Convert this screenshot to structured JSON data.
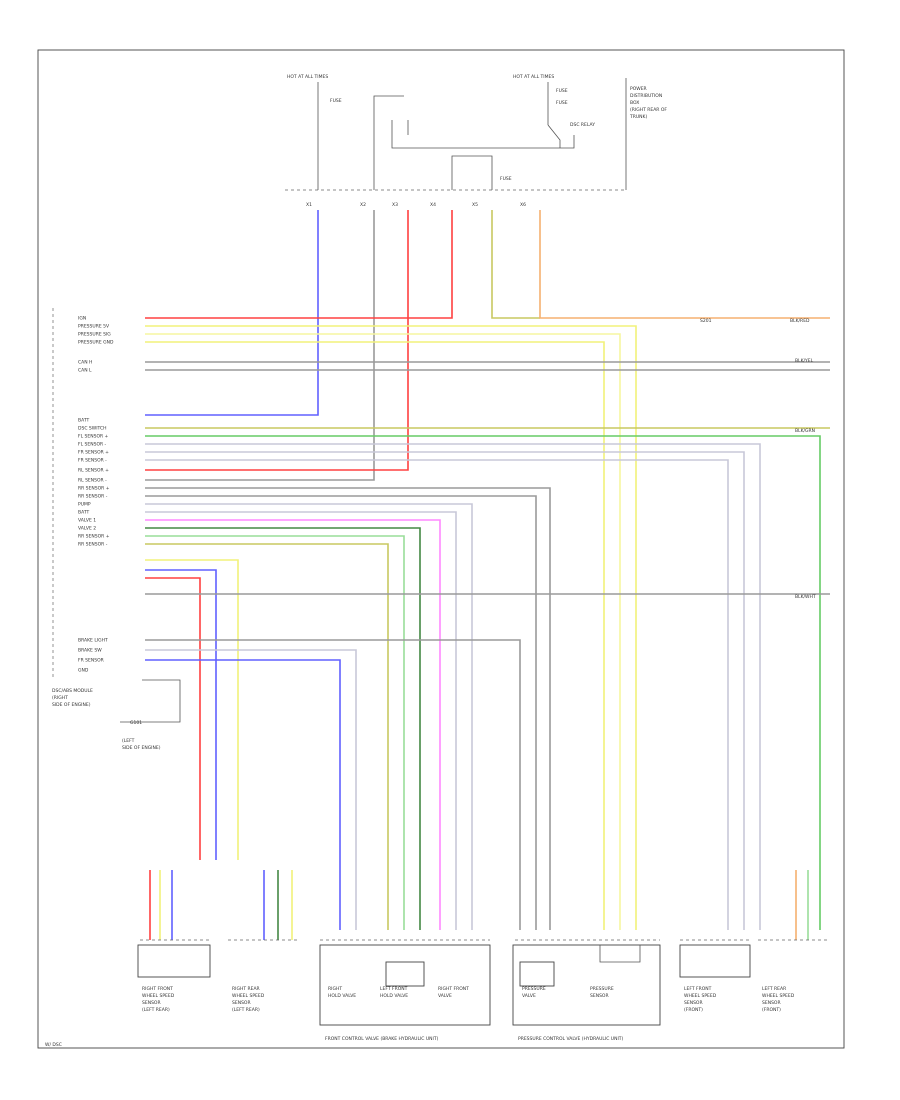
{
  "header": {
    "power_left": "HOT AT ALL TIMES",
    "fuse_left": "FUSE",
    "power_right": "HOT AT ALL TIMES",
    "fuse_right_1": "FUSE",
    "fuse_right_2": "FUSE",
    "relay_label": "DSC RELAY",
    "module_note_1": "POWER",
    "module_note_2": "DISTRIBUTION",
    "module_note_3": "BOX",
    "module_note_4": "(RIGHT REAR OF",
    "module_note_5": "TRUNK)",
    "fuse_top": "FUSE"
  },
  "connector_pins": [
    "X1",
    "X2",
    "X3",
    "X4",
    "X5",
    "X6"
  ],
  "module": {
    "name_1": "DSC/ABS MODULE",
    "name_2": "(RIGHT",
    "name_3": "SIDE OF ENGINE)",
    "ground_label": "G101",
    "ground_note_1": "(LEFT",
    "ground_note_2": "SIDE OF ENGINE)"
  },
  "pin_labels": [
    "IGN",
    "PRESSURE 5V",
    "PRESSURE SIG",
    "PRESSURE GND",
    "CAN H",
    "CAN L",
    "BATT",
    "DSC SWITCH",
    "FL SENSOR +",
    "FL SENSOR -",
    "FR SENSOR +",
    "FR SENSOR -",
    "RL SENSOR +",
    "RL SENSOR -",
    "RR SENSOR +",
    "RR SENSOR -",
    "PUMP",
    "BATT",
    "VALVE 1",
    "VALVE 2",
    "RR SENSOR +",
    "RR SENSOR -",
    "BRAKE LIGHT",
    "BRAKE SW",
    "FR SENSOR",
    "GND"
  ],
  "wire_colors": {
    "red": "#ff4040",
    "yellow": "#f2f27a",
    "lightyellow": "#f6f6a0",
    "orange": "#f5b070",
    "gray": "#9a9a9a",
    "blue": "#6060ff",
    "purple": "#9933ff",
    "olive": "#c8c860",
    "green": "#66cc66",
    "lightgreen": "#99dd99",
    "pink": "#ff88ff",
    "darkgreen": "#448844",
    "lightgray": "#c8c8d8",
    "black": "#444444"
  },
  "right_labels": [
    "BLK/RED",
    "BLK/YEL",
    "BLK/GRN",
    "BLK/WHT"
  ],
  "splice_label": "S201",
  "bottom_components": [
    {
      "l1": "RIGHT FRONT",
      "l2": "WHEEL SPEED",
      "l3": "SENSOR",
      "l4": "(LEFT REAR)"
    },
    {
      "l1": "RIGHT REAR",
      "l2": "WHEEL SPEED",
      "l3": "SENSOR",
      "l4": "(LEFT REAR)"
    },
    {
      "l1": "RIGHT",
      "l2": "HOLD VALVE",
      "l3": "",
      "l4": ""
    },
    {
      "l1": "LEFT FRONT",
      "l2": "HOLD VALVE",
      "l3": "",
      "l4": ""
    },
    {
      "l1": "RIGHT FRONT",
      "l2": "VALVE",
      "l3": "",
      "l4": ""
    },
    {
      "l1": "PRESSURE",
      "l2": "VALVE",
      "l3": "",
      "l4": ""
    },
    {
      "l1": "PRESSURE",
      "l2": "SENSOR",
      "l3": "",
      "l4": ""
    },
    {
      "l1": "LEFT FRONT",
      "l2": "WHEEL SPEED",
      "l3": "SENSOR",
      "l4": "(FRONT)"
    },
    {
      "l1": "LEFT REAR",
      "l2": "WHEEL SPEED",
      "l3": "SENSOR",
      "l4": "(FRONT)"
    }
  ],
  "group_labels": {
    "front": "FRONT CONTROL VALVE (BRAKE HYDRAULIC UNIT)",
    "pressure": "PRESSURE CONTROL VALVE (HYDRAULIC UNIT)"
  },
  "footer": "W/ DSC"
}
